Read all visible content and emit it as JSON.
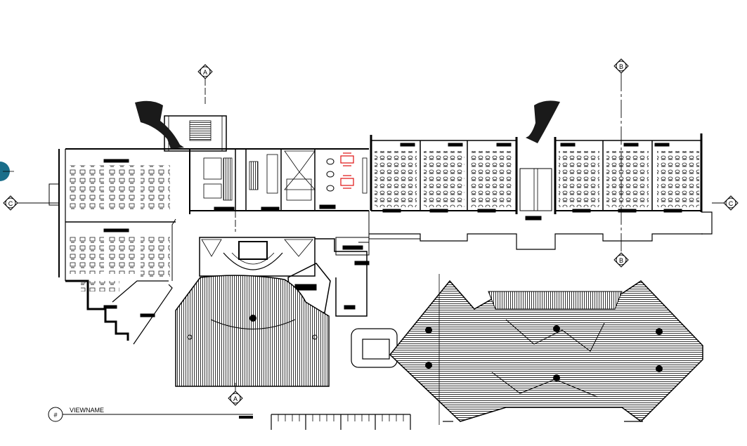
{
  "sections": [
    {
      "label": "A",
      "kind": "section-marker-a-top"
    },
    {
      "label": "A",
      "kind": "section-marker-a-bottom"
    },
    {
      "label": "B",
      "kind": "section-marker-b-top"
    },
    {
      "label": "B",
      "kind": "section-marker-b-bottom"
    },
    {
      "label": "C",
      "kind": "section-marker-c-left"
    },
    {
      "label": "C",
      "kind": "section-marker-c-right"
    }
  ],
  "view_title": {
    "number": "#",
    "name": "VIEWNAME"
  },
  "colors": {
    "line": "#000000",
    "roof": "#4a4a4a",
    "accent": "#e01010",
    "marker": "#1a6e8a"
  },
  "icons": [
    "entry-arrow-icon",
    "section-marker-icon",
    "scale-bar-icon"
  ]
}
